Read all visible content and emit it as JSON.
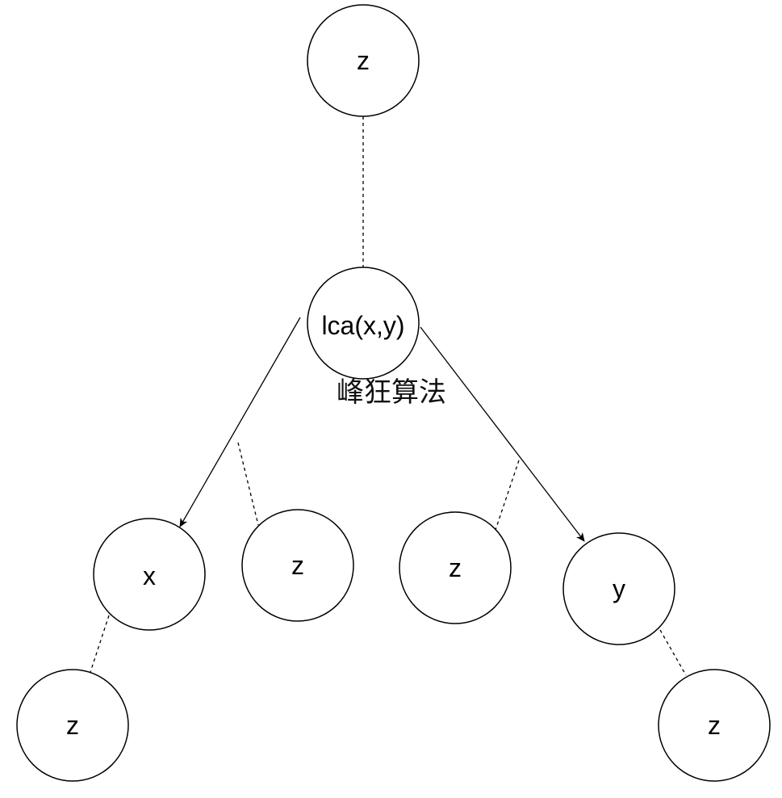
{
  "nodes": {
    "top": "z",
    "lca": "lca(x,y)",
    "x": "x",
    "z_mid_left": "z",
    "z_mid_right": "z",
    "y": "y",
    "z_bottom_left": "z",
    "z_bottom_right": "z"
  },
  "watermark": "峰狂算法"
}
